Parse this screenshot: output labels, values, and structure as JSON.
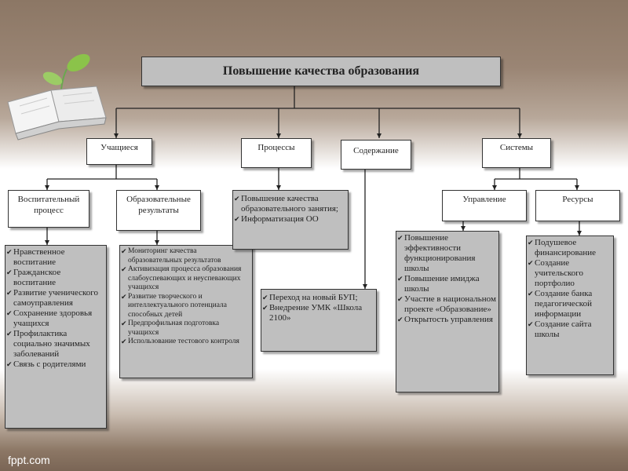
{
  "title": "Повышение качества образования",
  "level1": {
    "students": "Учащиеся",
    "processes": "Процессы",
    "content": "Содержание",
    "systems": "Системы"
  },
  "level2": {
    "upbringing": "Воспитательный процесс",
    "edu_results": "Образовательные результаты",
    "management": "Управление",
    "resources": "Ресурсы"
  },
  "lists": {
    "upbringing_items": [
      "Нравственное воспитание",
      "Гражданское воспитание",
      "Развитие ученического самоуправления",
      "Сохранение здоровья учащихся",
      "Профилактика социально значимых заболеваний",
      "Связь с родителями"
    ],
    "results_items": [
      "Мониторинг качества образовательных результатов",
      "Активизация процесса образования слабоуспевающих и неуспевающих учащихся",
      "Развитие творческого и интеллектуального потенциала способных детей",
      "Предпрофильная подготовка учащихся",
      "Использование тестового контроля"
    ],
    "processes_items": [
      "Повышение качества образовательного занятия;",
      "Информатизация ОО"
    ],
    "content_items": [
      "Переход на новый БУП;",
      "Внедрение УМК «Школа 2100»"
    ],
    "management_items": [
      "Повышение эффективности функционирования школы",
      "Повышение имиджа школы",
      "Участие в национальном проекте «Образование»",
      "Открытость управления"
    ],
    "resources_items": [
      "Подушевое финансирование",
      "Создание учительского портфолио",
      "Создание банка педагогической информации",
      "Создание сайта школы"
    ]
  },
  "footer": "fppt.com",
  "colors": {
    "box_gray": "#bfbfbf",
    "bg_brown": "#8c7765"
  },
  "icons": [
    "book-icon",
    "sprout-icon",
    "check-icon"
  ]
}
